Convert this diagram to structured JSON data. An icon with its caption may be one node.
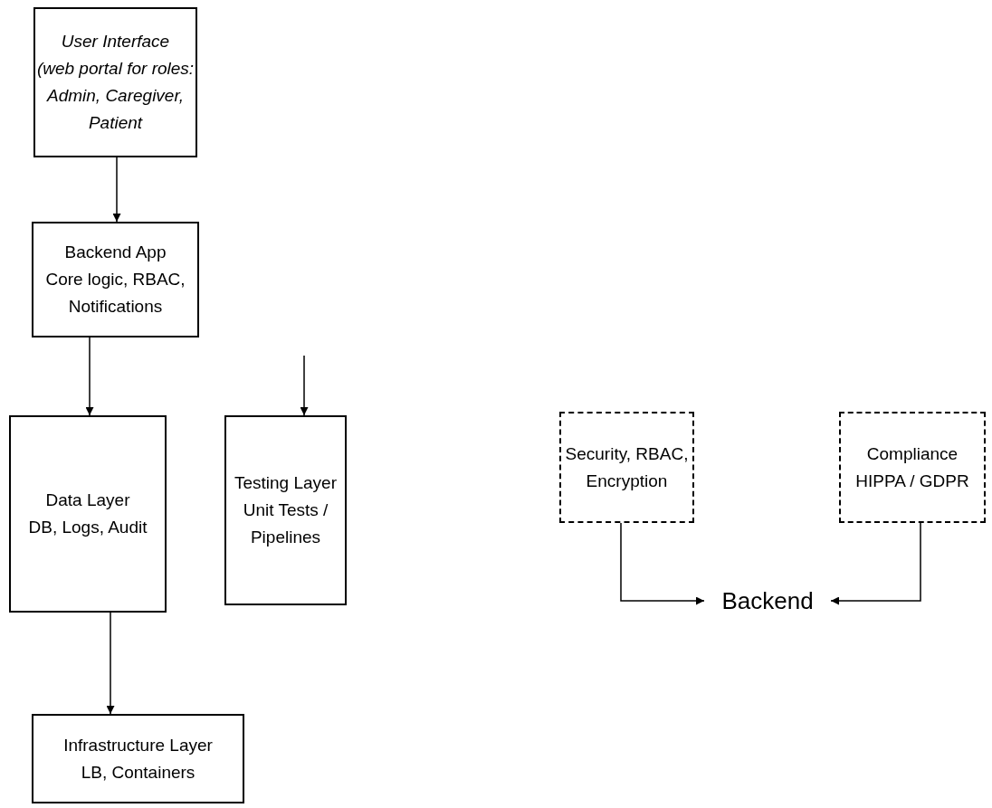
{
  "diagram": {
    "nodes": [
      {
        "text": [
          "User Interface",
          "(web portal for roles: Admin, Caregiver, Patient"
        ]
      },
      {
        "text": [
          "Backend App",
          "Core logic, RBAC, Notifications"
        ]
      },
      {
        "text": [
          "Data Layer",
          "DB, Logs, Audit"
        ]
      },
      {
        "text": [
          "Testing Layer",
          "Unit Tests / Pipelines"
        ]
      },
      {
        "text": [
          "Infrastructure Layer",
          "LB, Containers"
        ]
      },
      {
        "text": [
          "Security, RBAC, Encryption"
        ]
      },
      {
        "text": [
          "Compliance",
          "HIPPA / GDPR"
        ]
      },
      {
        "text": [
          "Backend"
        ]
      }
    ],
    "edges": [
      {
        "from": 0,
        "to": 1,
        "arrow": "to"
      },
      {
        "from": 1,
        "to": 2,
        "arrow": "to"
      },
      {
        "from": null,
        "to": 3,
        "arrow": "to"
      },
      {
        "from": 2,
        "to": 4,
        "arrow": "to"
      },
      {
        "from": 5,
        "to": 7,
        "arrow": "to"
      },
      {
        "from": 6,
        "to": 7,
        "arrow": "to"
      }
    ]
  }
}
